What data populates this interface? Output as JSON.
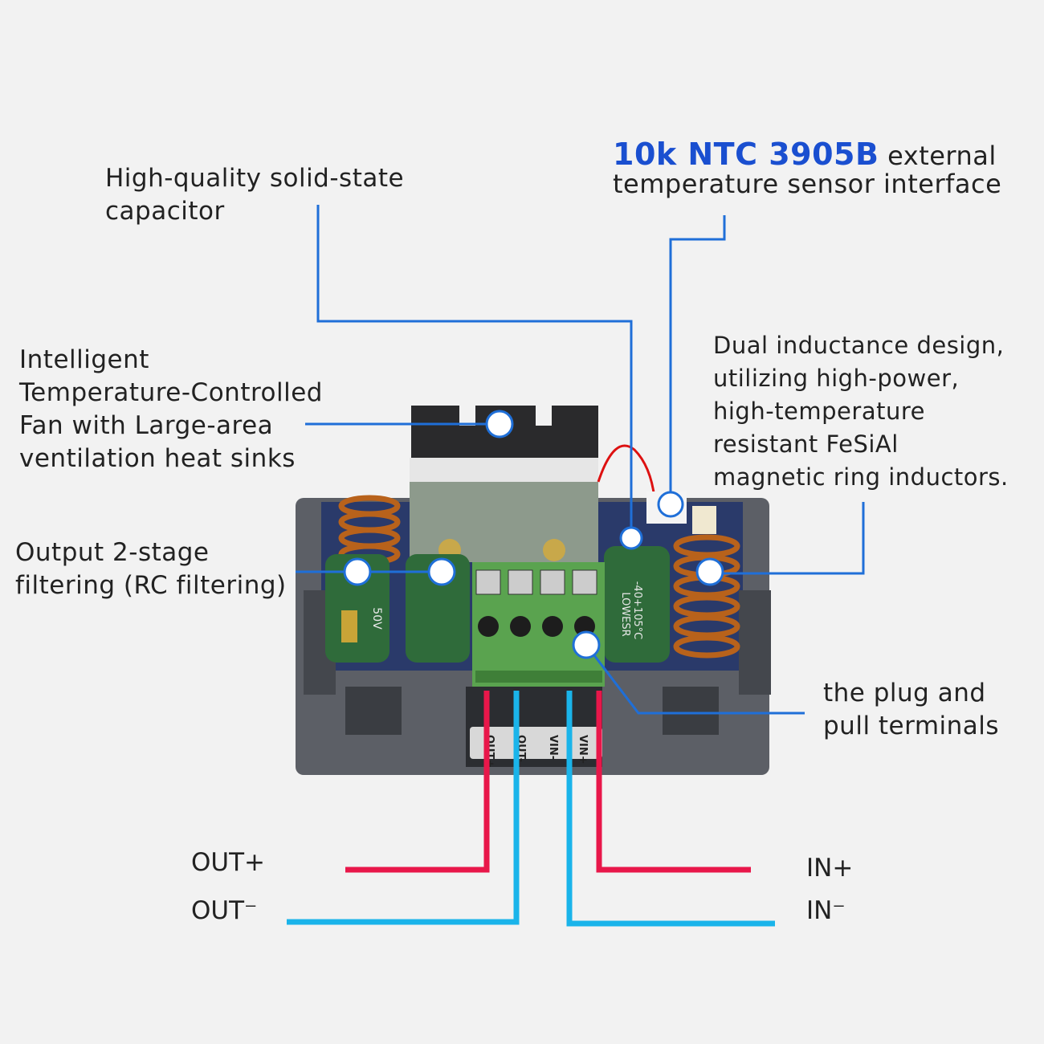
{
  "callouts": {
    "capacitor": {
      "line1": "High-quality solid-state",
      "line2": "capacitor"
    },
    "ntc": {
      "highlight": "10k NTC 3905B",
      "rest": " external",
      "line2": "temperature sensor interface"
    },
    "fan": {
      "lines": [
        "Intelligent",
        "Temperature-Controlled",
        "Fan with Large-area",
        "ventilation heat sinks"
      ]
    },
    "filtering": {
      "lines": [
        "Output 2-stage",
        "filtering (RC filtering)"
      ]
    },
    "inductor": {
      "lines": [
        "Dual inductance design,",
        "utilizing high-power,",
        "high-temperature",
        "resistant FeSiAl",
        "magnetic ring inductors."
      ]
    },
    "terminals": {
      "lines": [
        "the plug and",
        "pull terminals"
      ]
    }
  },
  "wires": {
    "out_plus": "OUT+",
    "out_minus": "OUT⁻",
    "in_plus": "IN+",
    "in_minus": "IN⁻"
  },
  "device": {
    "terminal_labels": [
      "OUT+",
      "OUT-",
      "VIN-",
      "VIN+"
    ],
    "capacitor_text": [
      "-40+105°C",
      "LOWESR",
      "50V"
    ]
  },
  "colors": {
    "callout": "#1f6fd8",
    "positive": "#e8174a",
    "negative": "#1ab4ea",
    "highlight": "#1a4fd0"
  }
}
